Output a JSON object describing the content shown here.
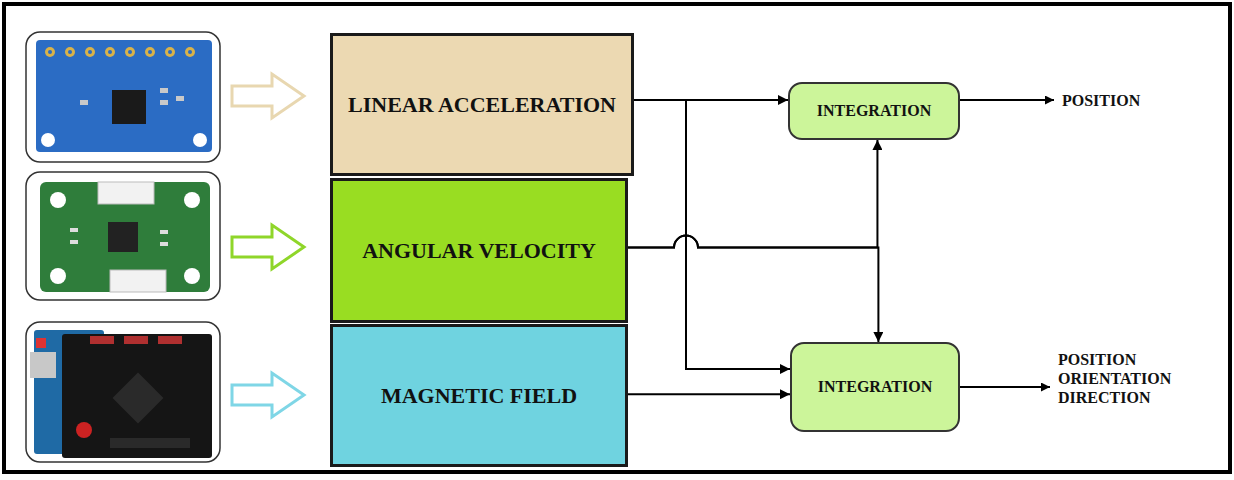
{
  "diagram": {
    "nodes": [
      {
        "text": [
          "LINEAR ACCELERATION"
        ]
      },
      {
        "text": [
          "ANGULAR VELOCITY"
        ]
      },
      {
        "text": [
          "MAGNETIC FIELD"
        ]
      },
      {
        "text": [
          "INTEGRATION"
        ]
      },
      {
        "text": [
          "INTEGRATION"
        ]
      }
    ],
    "edges": [
      {
        "from": 0,
        "to": 3,
        "arrow": "to"
      },
      {
        "from": 0,
        "to": 4,
        "arrow": "to"
      },
      {
        "from": 1,
        "to": 3,
        "arrow": "to"
      },
      {
        "from": 1,
        "to": 4,
        "arrow": "to"
      },
      {
        "from": 2,
        "to": 4,
        "arrow": "to"
      }
    ],
    "labels": [
      "POSITION",
      "POSITION ORIENTATION DIRECTION"
    ]
  }
}
